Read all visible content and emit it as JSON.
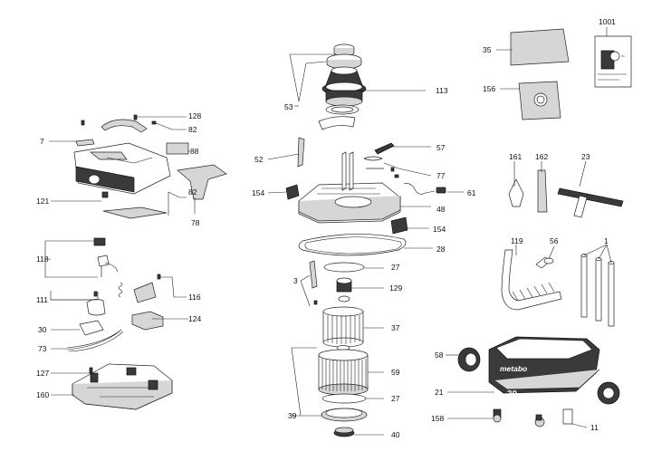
{
  "diagram": {
    "callouts": [
      {
        "id": "c-1001",
        "text": "1001"
      },
      {
        "id": "c-35",
        "text": "35"
      },
      {
        "id": "c-156",
        "text": "156"
      },
      {
        "id": "c-53",
        "text": "53"
      },
      {
        "id": "c-113",
        "text": "113"
      },
      {
        "id": "c-128",
        "text": "128"
      },
      {
        "id": "c-82a",
        "text": "82"
      },
      {
        "id": "c-7",
        "text": "7"
      },
      {
        "id": "c-88",
        "text": "88"
      },
      {
        "id": "c-52",
        "text": "52"
      },
      {
        "id": "c-57",
        "text": "57"
      },
      {
        "id": "c-77",
        "text": "77"
      },
      {
        "id": "c-161",
        "text": "161"
      },
      {
        "id": "c-162",
        "text": "162"
      },
      {
        "id": "c-23",
        "text": "23"
      },
      {
        "id": "c-121",
        "text": "121"
      },
      {
        "id": "c-82b",
        "text": "82"
      },
      {
        "id": "c-154a",
        "text": "154"
      },
      {
        "id": "c-61",
        "text": "61"
      },
      {
        "id": "c-78",
        "text": "78"
      },
      {
        "id": "c-48",
        "text": "48"
      },
      {
        "id": "c-154b",
        "text": "154"
      },
      {
        "id": "c-118",
        "text": "118"
      },
      {
        "id": "c-28",
        "text": "28"
      },
      {
        "id": "c-119",
        "text": "119"
      },
      {
        "id": "c-56",
        "text": "56"
      },
      {
        "id": "c-1",
        "text": "1"
      },
      {
        "id": "c-27a",
        "text": "27"
      },
      {
        "id": "c-3",
        "text": "3"
      },
      {
        "id": "c-111",
        "text": "111"
      },
      {
        "id": "c-116",
        "text": "116"
      },
      {
        "id": "c-129",
        "text": "129"
      },
      {
        "id": "c-124",
        "text": "124"
      },
      {
        "id": "c-30",
        "text": "30"
      },
      {
        "id": "c-37",
        "text": "37"
      },
      {
        "id": "c-73",
        "text": "73"
      },
      {
        "id": "c-58",
        "text": "58"
      },
      {
        "id": "c-127",
        "text": "127"
      },
      {
        "id": "c-59",
        "text": "59"
      },
      {
        "id": "c-160",
        "text": "160"
      },
      {
        "id": "c-27b",
        "text": "27"
      },
      {
        "id": "c-21",
        "text": "21"
      },
      {
        "id": "c-39",
        "text": "39"
      },
      {
        "id": "c-158",
        "text": "158"
      },
      {
        "id": "c-11",
        "text": "11"
      },
      {
        "id": "c-40",
        "text": "40"
      }
    ],
    "brand_mark": "metabo",
    "volume_mark": "30"
  }
}
